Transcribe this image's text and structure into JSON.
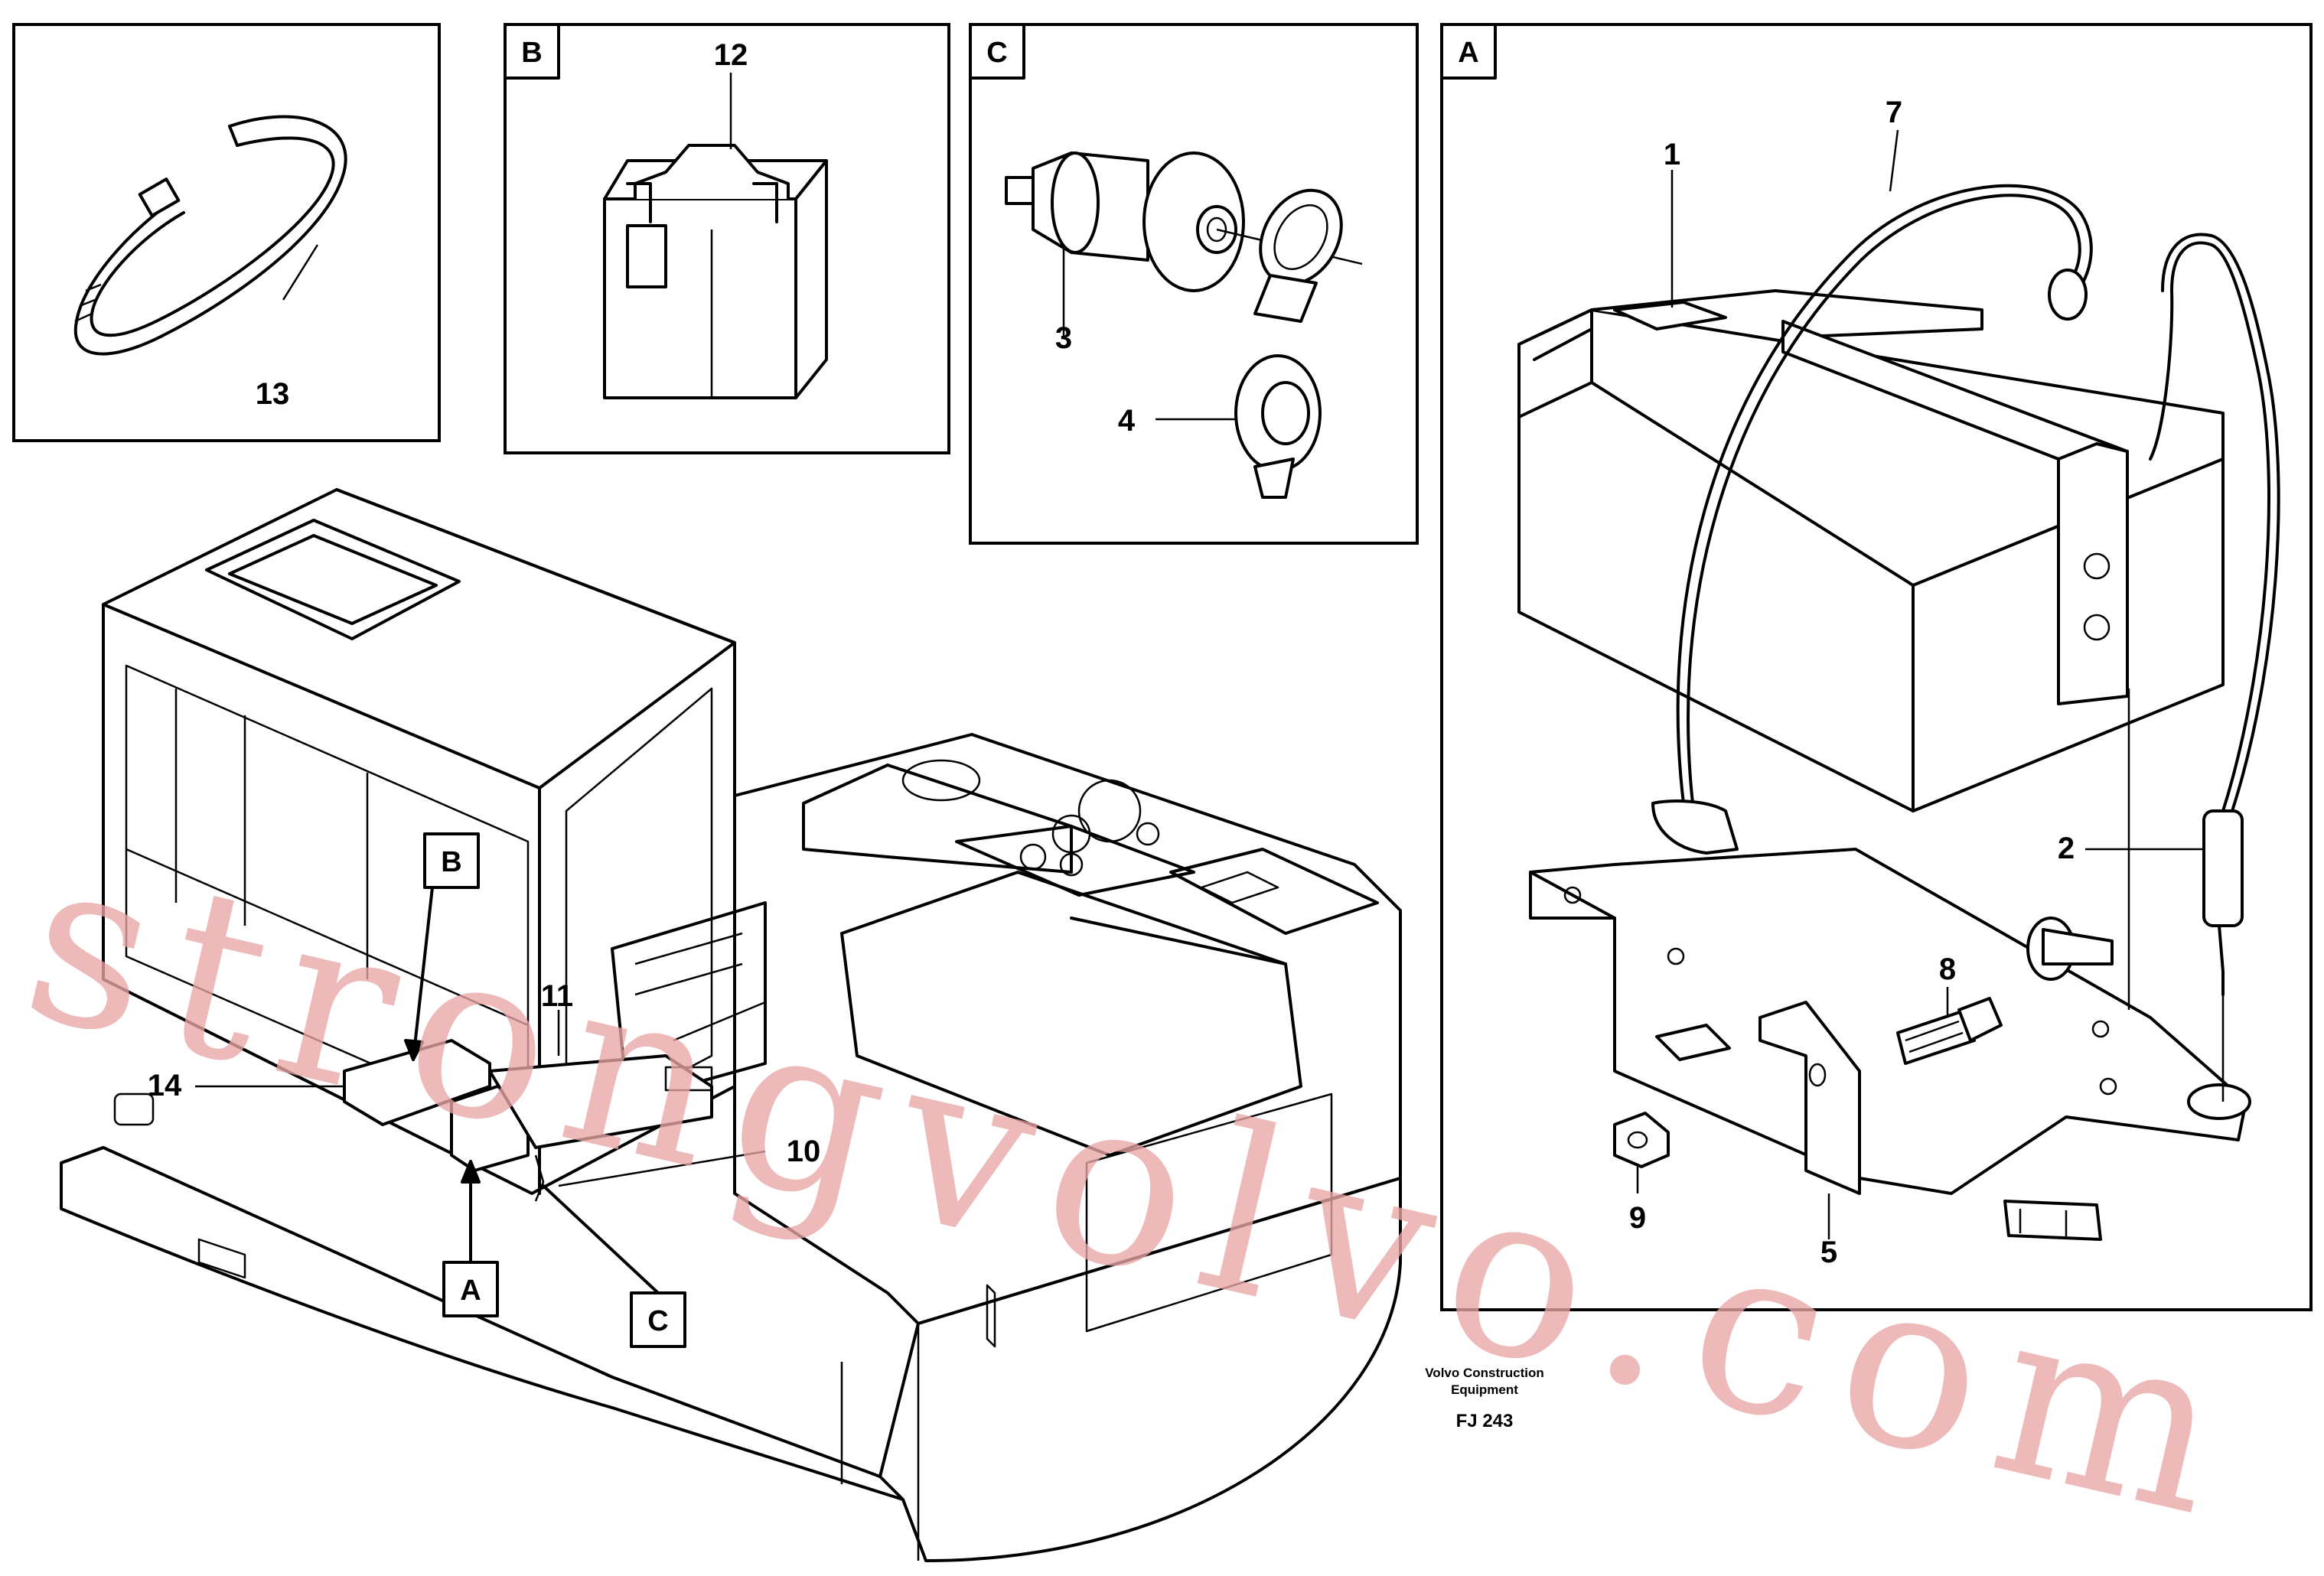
{
  "watermark": "strongvolvo.com",
  "footer": {
    "company_line1": "Volvo Construction",
    "company_line2": "Equipment",
    "figure_code": "FJ 243"
  },
  "detail_views": {
    "A": "A",
    "B": "B",
    "C": "C"
  },
  "overview_markers": {
    "A": "A",
    "B": "B",
    "C": "C"
  },
  "callouts": {
    "p1": "1",
    "p2": "2",
    "p3": "3",
    "p4": "4",
    "p5": "5",
    "p7": "7",
    "p8": "8",
    "p9": "9",
    "p10": "10",
    "p11": "11",
    "p12": "12",
    "p13": "13",
    "p14": "14"
  }
}
